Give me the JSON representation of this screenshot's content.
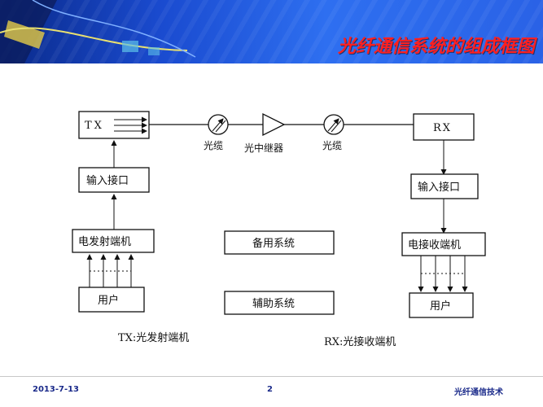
{
  "slide": {
    "title": "光纤通信系统的组成框图",
    "footer_date": "2013-7-13",
    "page_number": "2",
    "footer_course": "光纤通信技术"
  },
  "diagram": {
    "tx_box": "TX",
    "rx_box": "RX",
    "input_interface_left": "输入接口",
    "input_interface_right": "输入接口",
    "electrical_transmitter": "电发射端机",
    "electrical_receiver": "电接收端机",
    "user_left": "用户",
    "user_right": "用户",
    "backup_system": "备用系统",
    "auxiliary_system": "辅助系统",
    "fiber_cable_1": "光缆",
    "optical_repeater": "光中继器",
    "fiber_cable_2": "光缆",
    "tx_caption": "TX:光发射端机",
    "rx_caption": "RX:光接收端机"
  },
  "colors": {
    "title": "#ff2020",
    "banner": "#1a4bd0",
    "footer_text": "#1a2a8a"
  }
}
